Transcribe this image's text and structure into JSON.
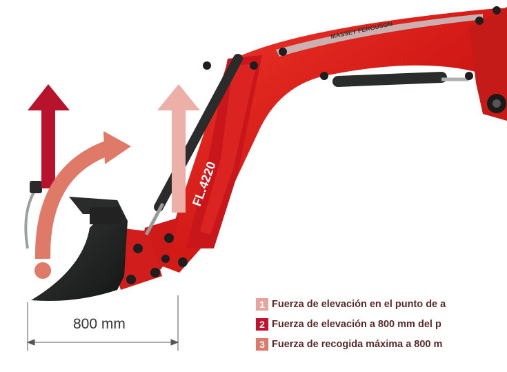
{
  "brand_text": "MASSEY FERGUSON",
  "model_text": "FL.4220",
  "dimension_label": "800 mm",
  "legend": [
    {
      "number": "1",
      "text": "Fuerza de elevación en el punto de a",
      "color": "#e8a49c"
    },
    {
      "number": "2",
      "text": "Fuerza de elevación a 800 mm del p",
      "color": "#c8102e"
    },
    {
      "number": "3",
      "text": "Fuerza de recogida máxima a 800 m",
      "color": "#e07a68"
    }
  ],
  "colors": {
    "loader_red": "#d81e1e",
    "arrow_dark_red": "#b7132c",
    "arrow_pink": "#ecb0a8",
    "arrow_salmon": "#e07a68"
  }
}
